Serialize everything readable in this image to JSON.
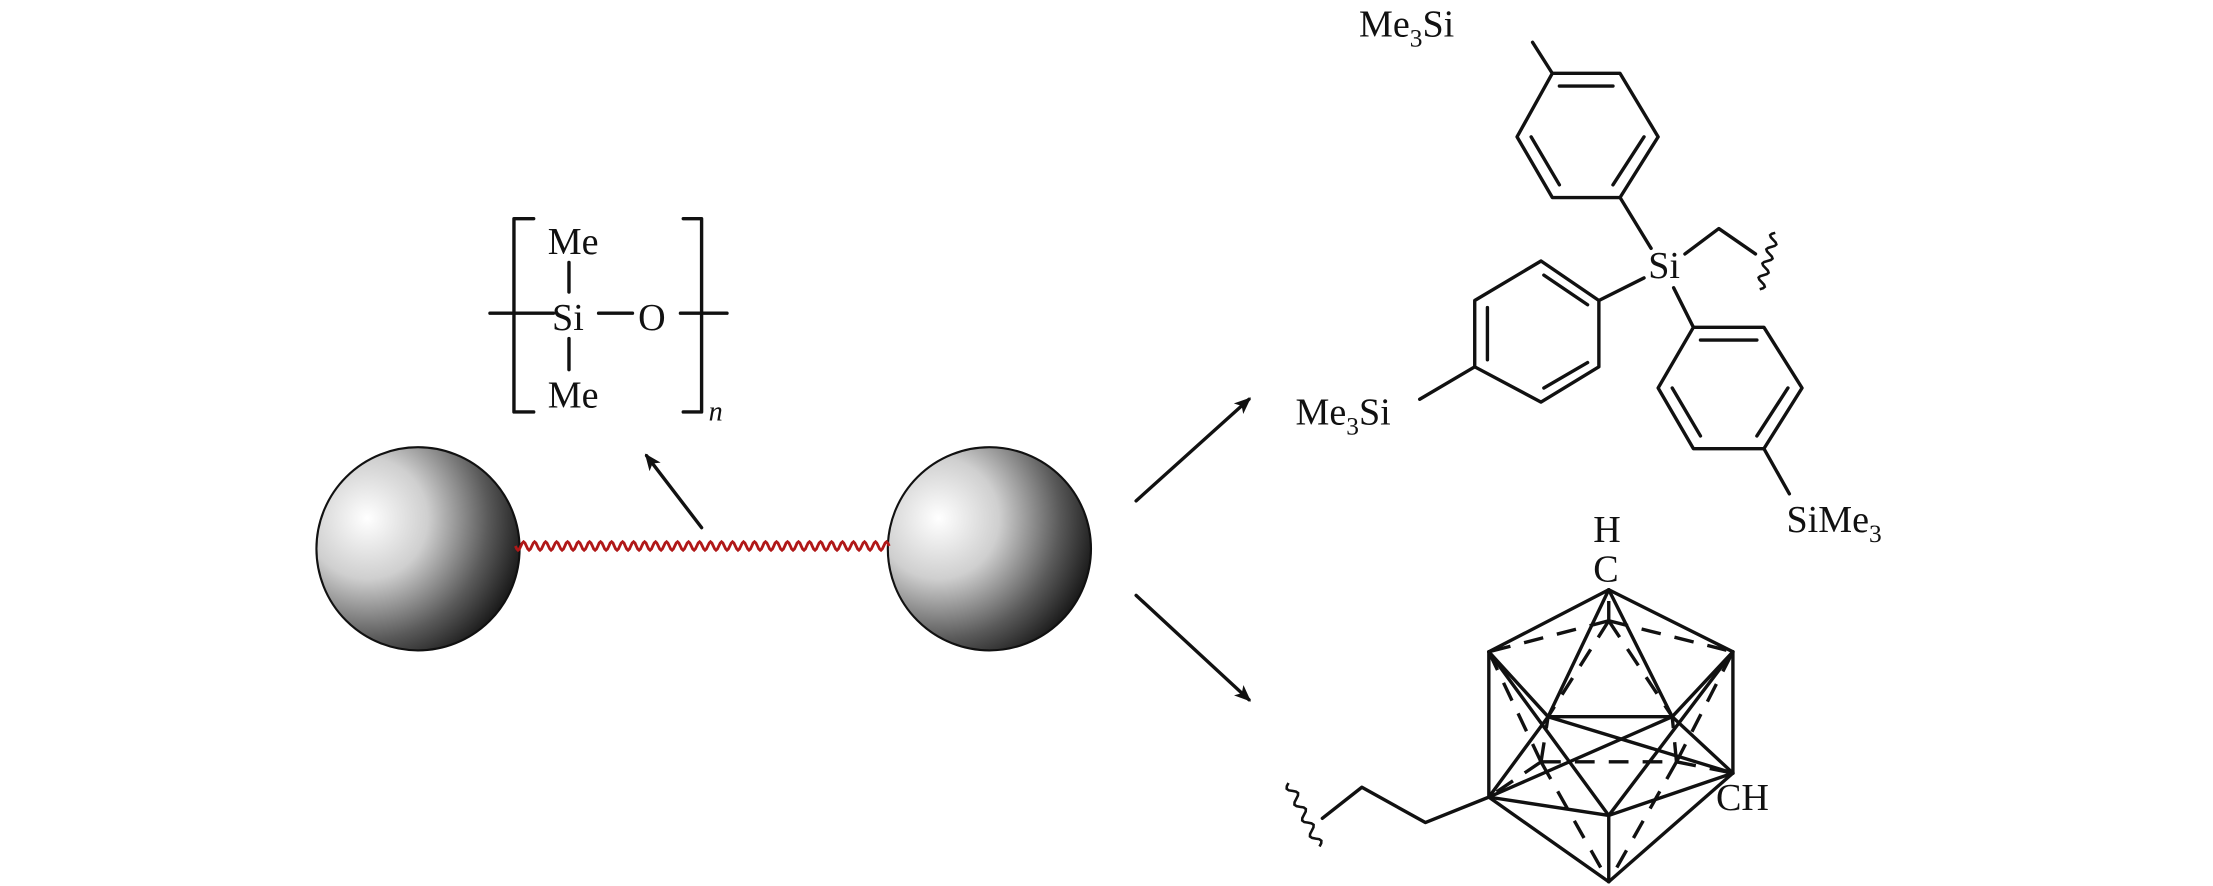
{
  "colors": {
    "linker": "#b01818",
    "ink": "#111111"
  },
  "polymer": {
    "top_me": "Me",
    "si": "Si",
    "o": "O",
    "bottom_me": "Me",
    "repeat": "n"
  },
  "triarylsilane": {
    "top_group": {
      "a": "Me",
      "sub": "3",
      "b": "Si"
    },
    "left_group": {
      "a": "Me",
      "sub": "3",
      "b": "Si"
    },
    "right_group": {
      "a": "SiMe",
      "sub": "3"
    },
    "center": "Si"
  },
  "carborane": {
    "top_h": "H",
    "top_c": "C",
    "ch": "CH"
  }
}
